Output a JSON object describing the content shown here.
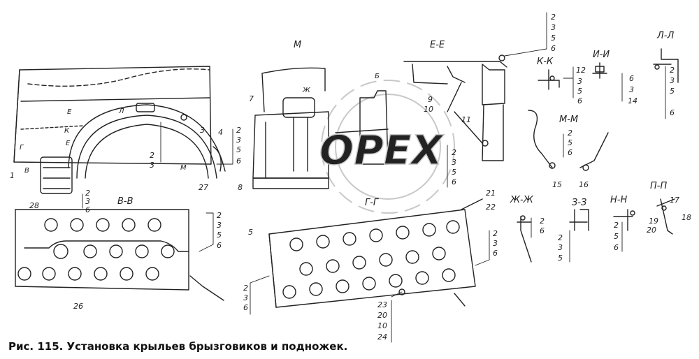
{
  "caption": "Рис. 115. Установка крыльев брызговиков и подножек.",
  "watermark": "OPEX",
  "section_labels": {
    "m": "М",
    "ee": "Е-Е",
    "kk": "К-К",
    "ii": "И-И",
    "ll": "Л-Л",
    "mm": "М-М",
    "vv": "В-В",
    "zhzh": "Ж-Ж",
    "zz": "З-З",
    "nn": "Н-Н",
    "pp": "П-П",
    "gg": "Г-Г"
  },
  "fender_marks": {
    "e": "Е",
    "l": "Л",
    "k": "К",
    "g": "Г",
    "v": "В",
    "m": "М",
    "zh": "Ж",
    "b": "Б"
  },
  "callouts": {
    "c1": "1",
    "c3": "3",
    "c4": "4",
    "c7": "7",
    "c27": "27",
    "c9": "9",
    "c10": "10",
    "c11": "11",
    "c8": "8",
    "c5": "5",
    "c28": "28",
    "c26": "26",
    "c21": "21",
    "c22": "22",
    "c15": "15",
    "c16": "16",
    "c17": "17",
    "c18": "18",
    "c19": "19",
    "c20": "20"
  },
  "stacks": {
    "top_ee": [
      "2",
      "3",
      "5",
      "6"
    ],
    "kk": [
      "12",
      "3",
      "5",
      "6"
    ],
    "ii": [
      "6",
      "3",
      "14"
    ],
    "ll": [
      "2",
      "3",
      "5",
      "6"
    ],
    "fender_r": [
      "2",
      "3",
      "5",
      "6"
    ],
    "fender_23": [
      "2",
      "3"
    ],
    "mid_e": [
      "2",
      "3",
      "5",
      "6"
    ],
    "mm": [
      "2",
      "5",
      "6"
    ],
    "vv": [
      "2",
      "3",
      "6"
    ],
    "left_step_r": [
      "2",
      "3",
      "5",
      "6"
    ],
    "right_step_bl": [
      "2",
      "3",
      "6"
    ],
    "right_step_r": [
      "2",
      "3",
      "6"
    ],
    "bottom": [
      "23",
      "20",
      "10",
      "24"
    ],
    "zhzh": [
      "2",
      "6"
    ],
    "zz": [
      "2",
      "3",
      "5"
    ],
    "nn": [
      "2",
      "5",
      "6"
    ]
  }
}
